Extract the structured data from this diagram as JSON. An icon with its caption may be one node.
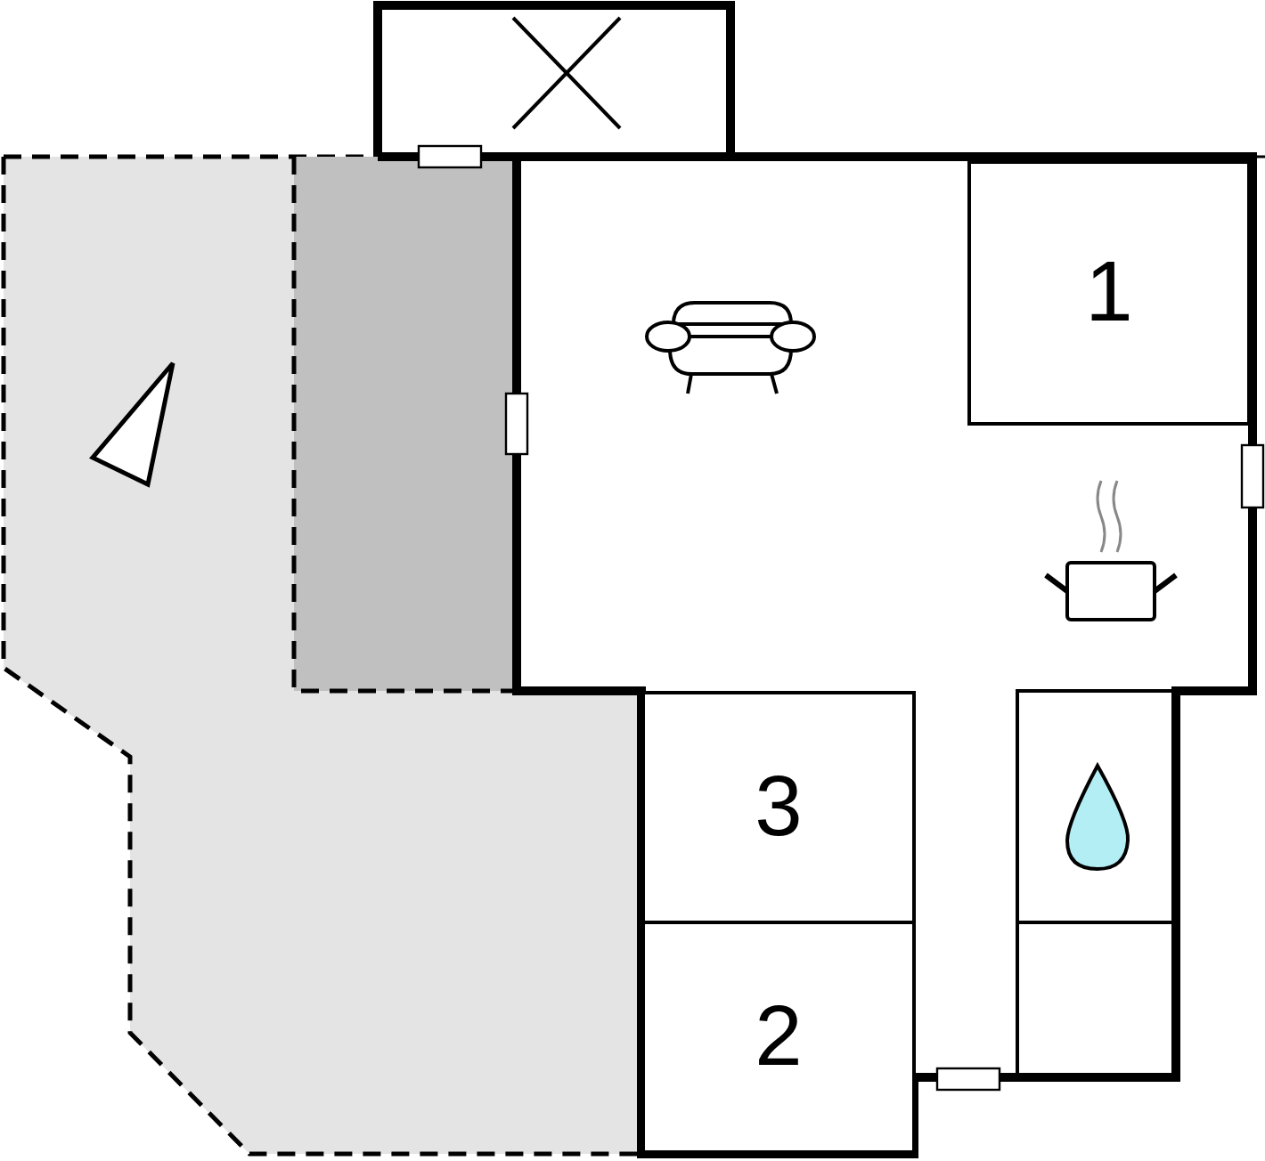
{
  "diagram": {
    "nodes": [
      {
        "text": [
          "1"
        ]
      },
      {
        "text": [
          "3"
        ]
      },
      {
        "text": [
          "2"
        ]
      }
    ]
  }
}
